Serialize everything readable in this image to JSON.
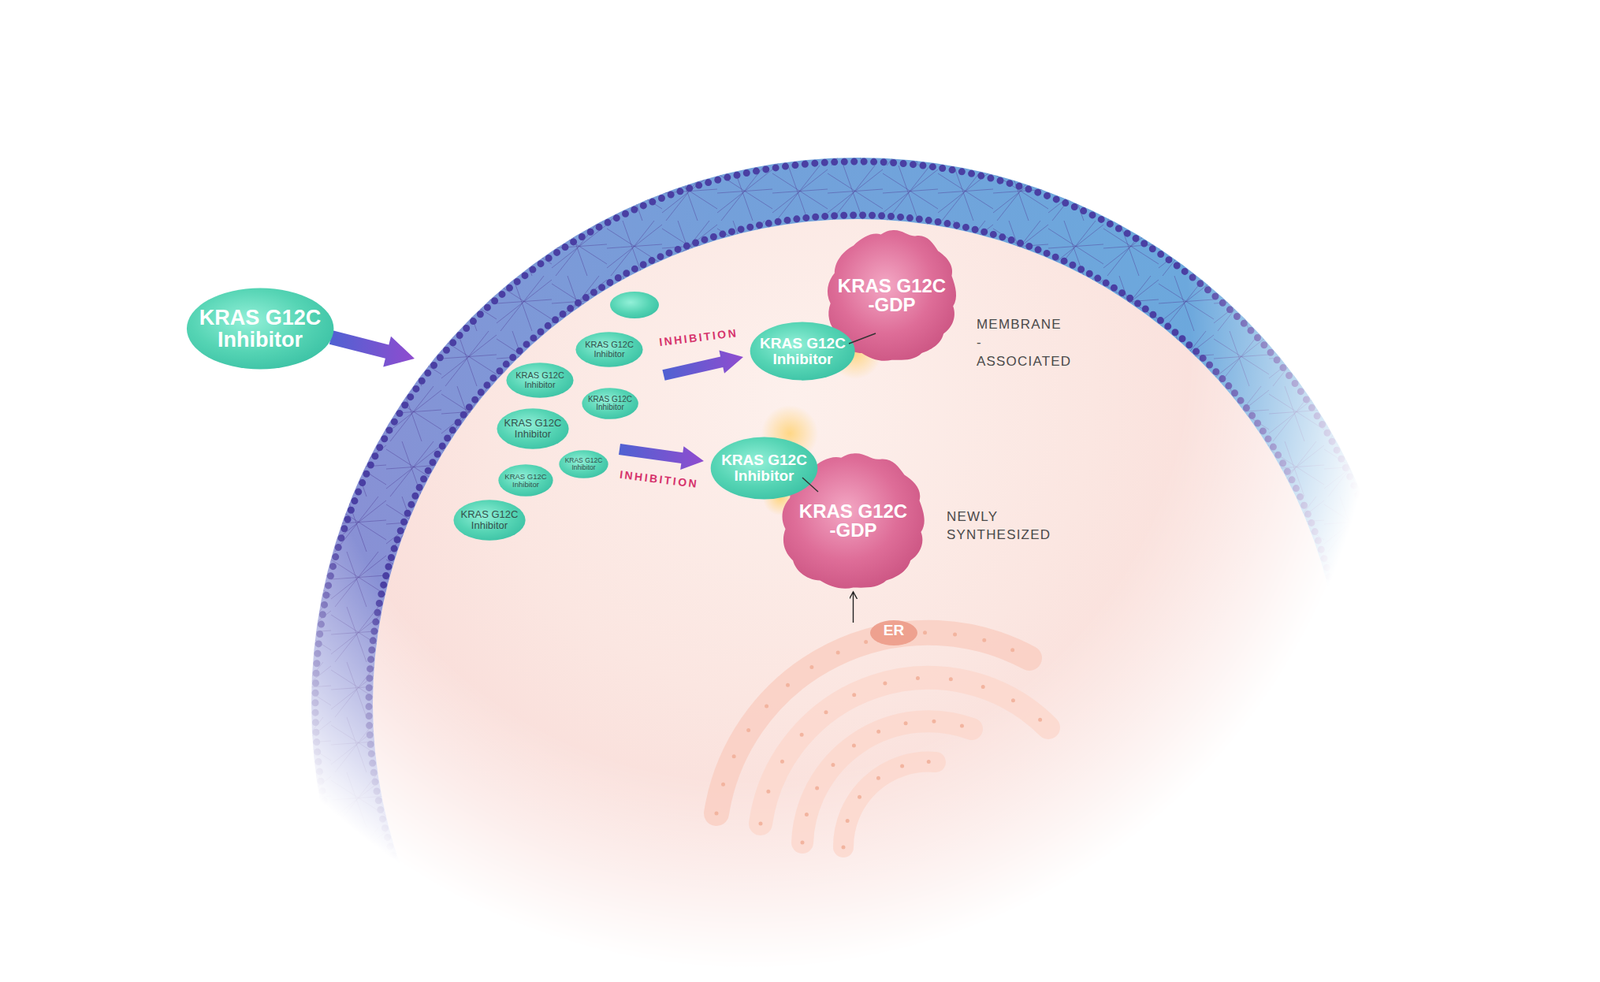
{
  "diagram": {
    "nodes": [
      {
        "text": [
          "KRAS G12C Inhibitor"
        ]
      },
      {
        "text": [
          "KRAS G12C Inhibitor"
        ]
      },
      {
        "text": [
          "KRAS G12C Inhibitor"
        ]
      },
      {
        "text": [
          "KRAS G12C Inhibitor"
        ]
      },
      {
        "text": [
          "KRAS G12C Inhibitor"
        ]
      },
      {
        "text": [
          "KRAS G12C Inhibitor"
        ]
      },
      {
        "text": [
          "KRAS G12C Inhibitor"
        ]
      },
      {
        "text": [
          "KRAS G12C Inhibitor"
        ]
      },
      {
        "text": [
          "KRAS G12C Inhibitor"
        ]
      },
      {
        "text": [
          "KRAS G12C -GDP"
        ]
      },
      {
        "text": [
          "KRAS G12C Inhibitor"
        ]
      },
      {
        "text": [
          "KRAS G12C -GDP"
        ]
      },
      {
        "text": [
          "ER"
        ]
      }
    ],
    "edges": [
      {
        "from": 12,
        "to": 11,
        "arrow": "to"
      }
    ],
    "labels": [
      "INHIBITION",
      "INHIBITION",
      "MEMBRANE -ASSOCIATED",
      "NEWLY SYNTHESIZED"
    ]
  }
}
